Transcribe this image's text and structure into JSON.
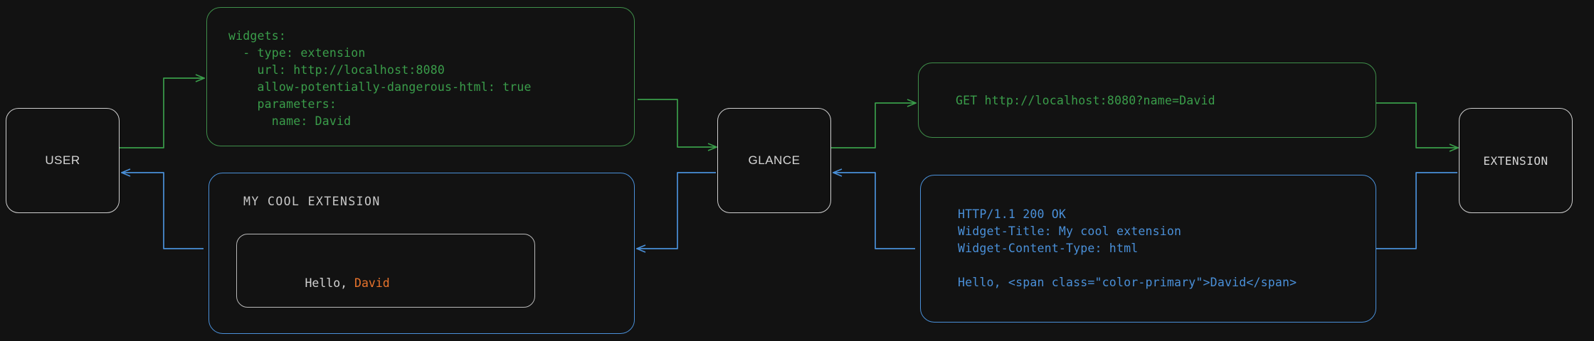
{
  "theme": {
    "background": "#121212",
    "request_color": "#3a9d4a",
    "response_color": "#4a90d9",
    "node_border": "#cfcfcf",
    "node_text": "#d6d6d6",
    "widget_text": "#d2d2d2",
    "accent_primary": "#e8732c"
  },
  "nodes": {
    "user": {
      "label": "USER"
    },
    "glance": {
      "label": "GLANCE"
    },
    "extension": {
      "label": "EXTENSION"
    }
  },
  "panels": {
    "config": {
      "lines": [
        "widgets:",
        "  - type: extension",
        "    url: http://localhost:8080",
        "    allow-potentially-dangerous-html: true",
        "    parameters:",
        "      name: David"
      ]
    },
    "request": {
      "lines": [
        "GET http://localhost:8080?name=David"
      ]
    },
    "response": {
      "lines": [
        "HTTP/1.1 200 OK",
        "Widget-Title: My cool extension",
        "Widget-Content-Type: html",
        "",
        "Hello, <span class=\"color-primary\">David</span>"
      ]
    },
    "widget_preview": {
      "title": "MY COOL EXTENSION",
      "greeting_prefix": "Hello, ",
      "greeting_name": "David"
    }
  },
  "connectors": [
    {
      "name": "user-to-config",
      "kind": "request"
    },
    {
      "name": "config-to-glance",
      "kind": "request"
    },
    {
      "name": "glance-to-request",
      "kind": "request"
    },
    {
      "name": "request-to-extension",
      "kind": "request"
    },
    {
      "name": "extension-to-response",
      "kind": "response"
    },
    {
      "name": "response-to-glance",
      "kind": "response"
    },
    {
      "name": "glance-to-widget",
      "kind": "response"
    },
    {
      "name": "widget-to-user",
      "kind": "response"
    }
  ]
}
